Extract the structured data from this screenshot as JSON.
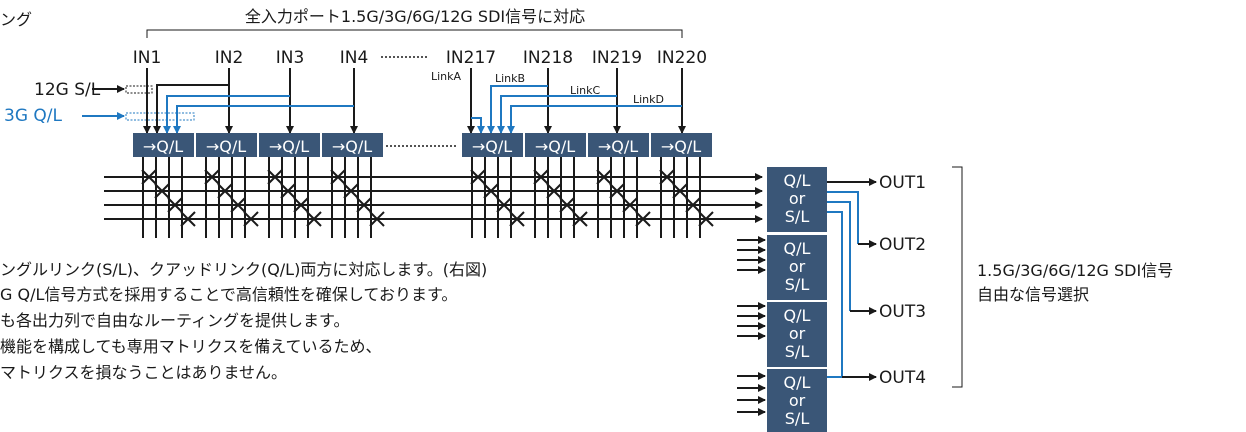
{
  "colors": {
    "box": "#3a5677",
    "blue": "#1f78c1",
    "line": "#1a1a1a",
    "box_text": "#ffffff"
  },
  "top_left_partial": "ング",
  "header": "全入力ポート1.5G/3G/6G/12G SDI信号に対応",
  "inputs": [
    "IN1",
    "IN2",
    "IN3",
    "IN4",
    "IN217",
    "IN218",
    "IN219",
    "IN220"
  ],
  "links": [
    "LinkA",
    "LinkB",
    "LinkC",
    "LinkD"
  ],
  "signal_12g": "12G S/L",
  "signal_3g": "3G Q/L",
  "converter_label": "→Q/L",
  "output_box_lines": [
    "Q/L",
    "or",
    "S/L"
  ],
  "outputs": [
    "OUT1",
    "OUT2",
    "OUT3",
    "OUT4"
  ],
  "right_note": [
    "1.5G/3G/6G/12G SDI信号",
    "自由な信号選択"
  ],
  "description": [
    "ングルリンク(S/L)、クアッドリンク(Q/L)両方に対応します。(右図)",
    "G Q/L信号方式を採用することで高信頼性を確保しております。",
    "も各出力列で自由なルーティングを提供します。",
    "機能を構成しても専用マトリクスを備えているため、",
    "マトリクスを損なうことはありません。"
  ]
}
